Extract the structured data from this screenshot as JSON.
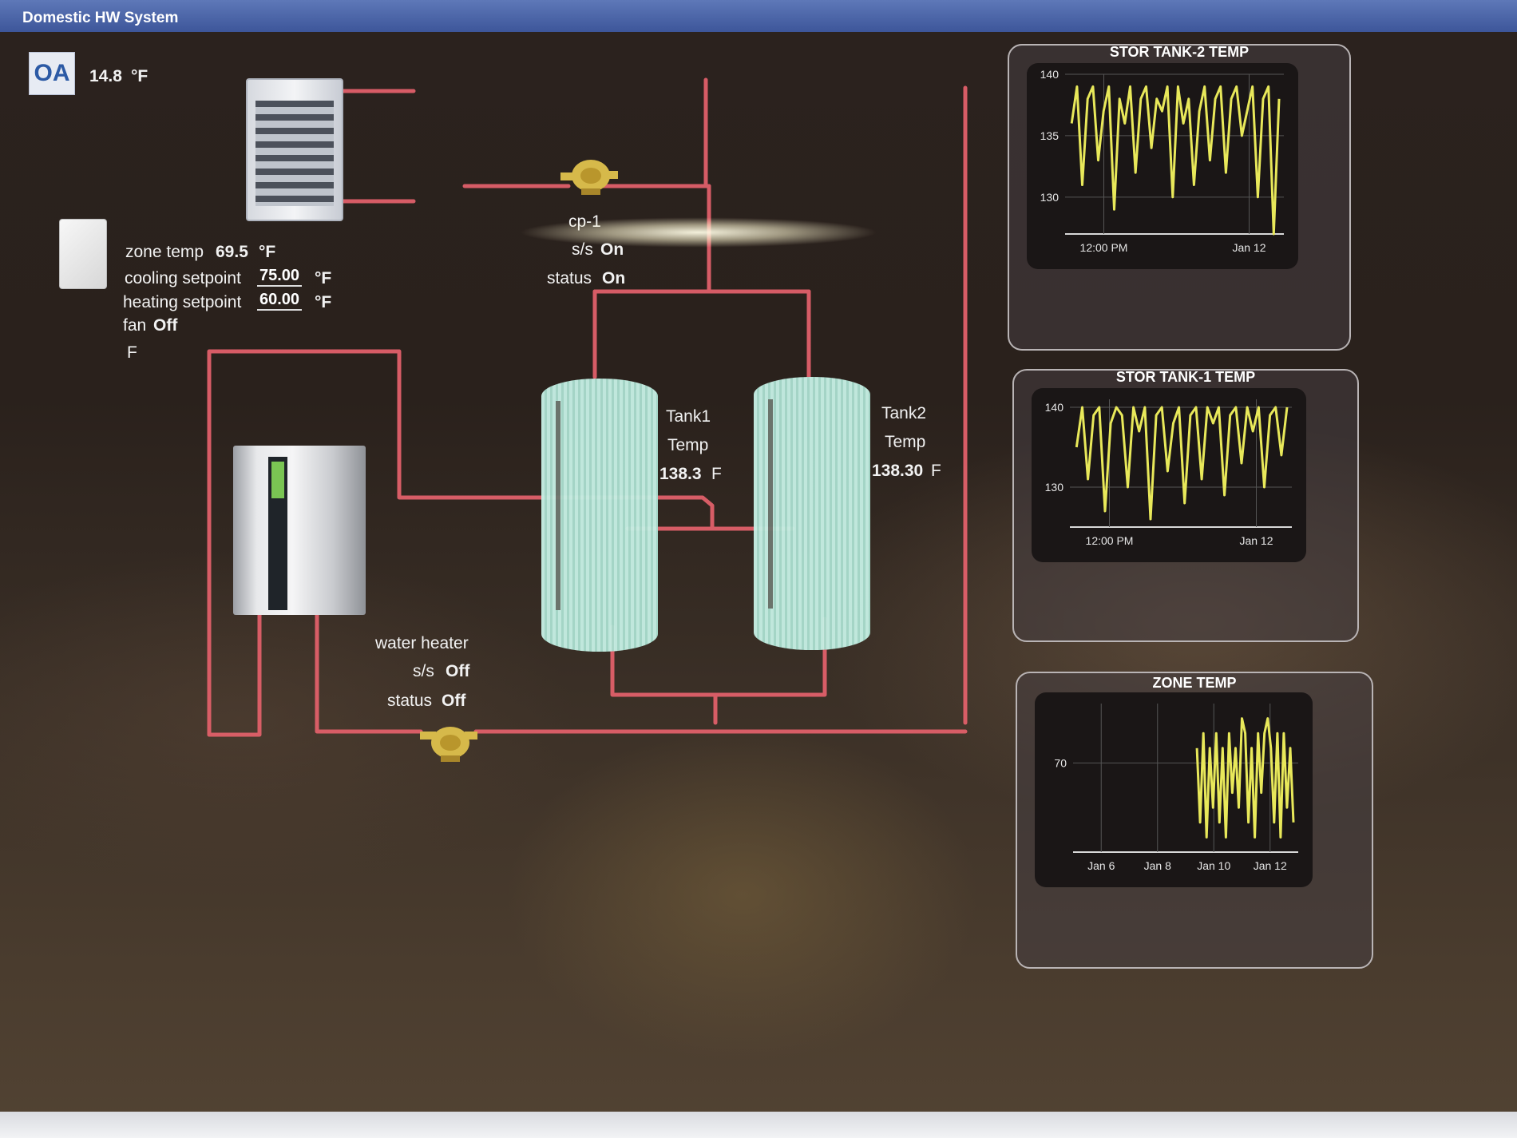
{
  "window": {
    "title": "Domestic HW System"
  },
  "outside_air": {
    "label": "OA",
    "value": "14.8",
    "unit": "°F"
  },
  "zone": {
    "zone_temp_label": "zone temp",
    "zone_temp_value": "69.5",
    "zone_temp_unit": "°F",
    "cooling_label": "cooling setpoint",
    "cooling_value": "75.00",
    "cooling_unit": "°F",
    "heating_label": "heating setpoint",
    "heating_value": "60.00",
    "heating_unit": "°F",
    "fan_label": "fan",
    "fan_value": "Off",
    "stray_unit": "F"
  },
  "pump_cp1": {
    "name": "cp-1",
    "ss_label": "s/s",
    "ss_value": "On",
    "status_label": "status",
    "status_value": "On"
  },
  "tank1": {
    "name": "Tank1",
    "temp_label": "Temp",
    "temp_value": "138.3",
    "unit": "F"
  },
  "tank2": {
    "name": "Tank2",
    "temp_label": "Temp",
    "temp_value": "138.30",
    "unit": "F"
  },
  "water_heater": {
    "name": "water heater",
    "ss_label": "s/s",
    "ss_value": "Off",
    "status_label": "status",
    "status_value": "Off"
  },
  "colors": {
    "pipe": "#e0606a",
    "trend_line": "#e8e85a",
    "title_bar": "#4a64a8"
  },
  "chart_data": [
    {
      "type": "line",
      "title": "STOR TANK-2 TEMP",
      "yticks": [
        "140",
        "135",
        "130"
      ],
      "xticks": [
        "12:00 PM",
        "Jan 12"
      ],
      "ylim": [
        127,
        140
      ],
      "grid": true,
      "series": [
        {
          "values": [
            136,
            139,
            131,
            138,
            139,
            133,
            137,
            139,
            129,
            138,
            136,
            139,
            132,
            138,
            139,
            134,
            138,
            137,
            139,
            130,
            139,
            136,
            138,
            131,
            137,
            139,
            133,
            138,
            139,
            132,
            138,
            139,
            135,
            137,
            139,
            130,
            138,
            139,
            127,
            138
          ]
        }
      ]
    },
    {
      "type": "line",
      "title": "STOR TANK-1 TEMP",
      "yticks": [
        "140",
        "130"
      ],
      "xticks": [
        "12:00 PM",
        "Jan 12"
      ],
      "ylim": [
        125,
        141
      ],
      "grid": true,
      "series": [
        {
          "values": [
            135,
            140,
            131,
            139,
            140,
            127,
            138,
            140,
            139,
            130,
            140,
            137,
            140,
            126,
            139,
            140,
            132,
            138,
            140,
            128,
            139,
            140,
            131,
            140,
            138,
            140,
            129,
            139,
            140,
            133,
            140,
            137,
            140,
            130,
            139,
            140,
            134,
            140
          ]
        }
      ]
    },
    {
      "type": "line",
      "title": "ZONE TEMP",
      "yticks": [
        "70"
      ],
      "xticks": [
        "Jan 6",
        "Jan 8",
        "Jan 10",
        "Jan 12"
      ],
      "ylim": [
        64,
        74
      ],
      "grid": true,
      "series": [
        {
          "values": [
            71,
            66,
            72,
            65,
            71,
            67,
            72,
            66,
            71,
            65,
            72,
            68,
            71,
            67,
            73,
            72,
            66,
            71,
            65,
            72,
            68,
            72,
            73,
            71,
            66,
            72,
            65,
            72,
            67,
            71,
            66
          ]
        }
      ]
    }
  ]
}
